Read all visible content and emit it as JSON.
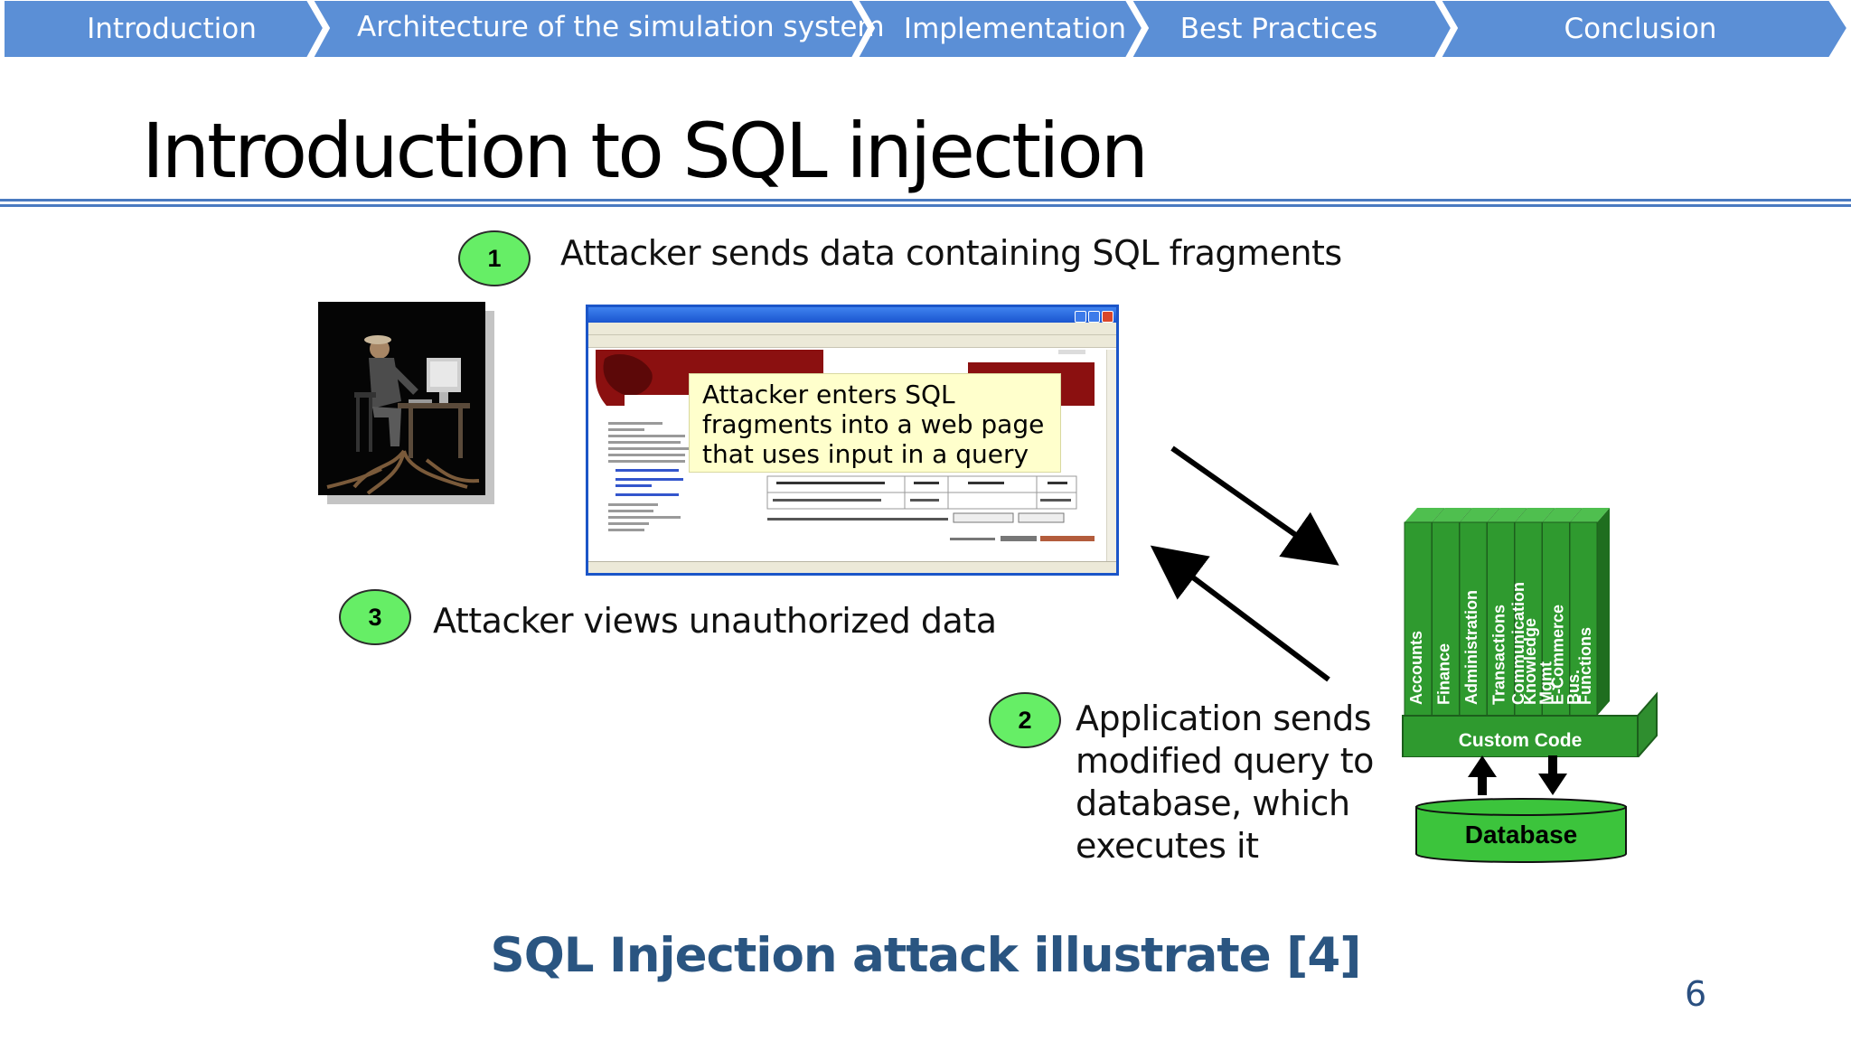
{
  "nav": {
    "items": [
      {
        "label": "Introduction"
      },
      {
        "label": "Architecture of the simulation system"
      },
      {
        "label": "Implementation"
      },
      {
        "label": "Best Practices"
      },
      {
        "label": "Conclusion"
      }
    ],
    "color": "#5b8fd6"
  },
  "slide": {
    "title": "Introduction to SQL injection",
    "caption": "SQL Injection attack illustrate [4]",
    "page_number": "6"
  },
  "steps": [
    {
      "number": "1",
      "text": "Attacker sends data containing SQL fragments"
    },
    {
      "number": "2",
      "text": "Application sends modified query to database, which executes it"
    },
    {
      "number": "3",
      "text": "Attacker views unauthorized data"
    }
  ],
  "callout": {
    "text": "Attacker enters SQL fragments into a web page that uses input in a query"
  },
  "app_stack": {
    "modules": [
      "Accounts",
      "Finance",
      "Administration",
      "Transactions",
      "Communication Knowledge",
      "Mgmt E-Commerce",
      "Bus. Functions"
    ],
    "custom_code_label": "Custom Code",
    "database_label": "Database",
    "color": "#3aa53a"
  },
  "colors": {
    "step_circle": "#66ee66",
    "title_rule": "#4a7ac0",
    "caption": "#2a5581",
    "callout_bg": "#ffffcc"
  }
}
